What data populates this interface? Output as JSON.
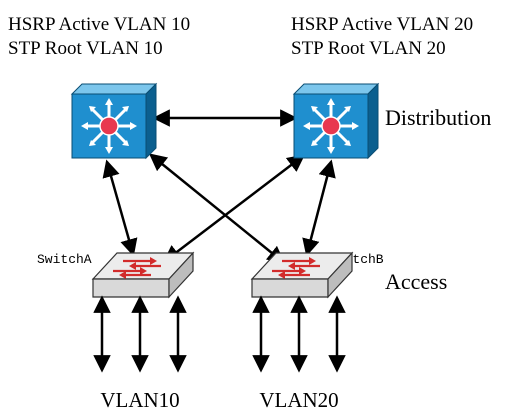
{
  "left_dist": {
    "line1": "HSRP Active VLAN 10",
    "line2": "STP Root VLAN 10"
  },
  "right_dist": {
    "line1": "HSRP Active VLAN 20",
    "line2": "STP Root VLAN 20"
  },
  "layers": {
    "distribution": "Distribution",
    "access": "Access"
  },
  "switches": {
    "a": "SwitchA",
    "b": "SwitchB"
  },
  "vlans": {
    "left": "VLAN10",
    "right": "VLAN20"
  },
  "colors": {
    "multilayer_face": "#1f8fcf",
    "multilayer_side": "#0b5f8f",
    "multilayer_top": "#7cc6ec",
    "hub": "#e8384f",
    "access_face": "#d9d9d9",
    "access_top": "#ececec",
    "access_arrows": "#d22b2b"
  },
  "icons": {
    "distribution_switch": "multilayer-switch-icon",
    "access_switch": "workgroup-switch-icon"
  }
}
